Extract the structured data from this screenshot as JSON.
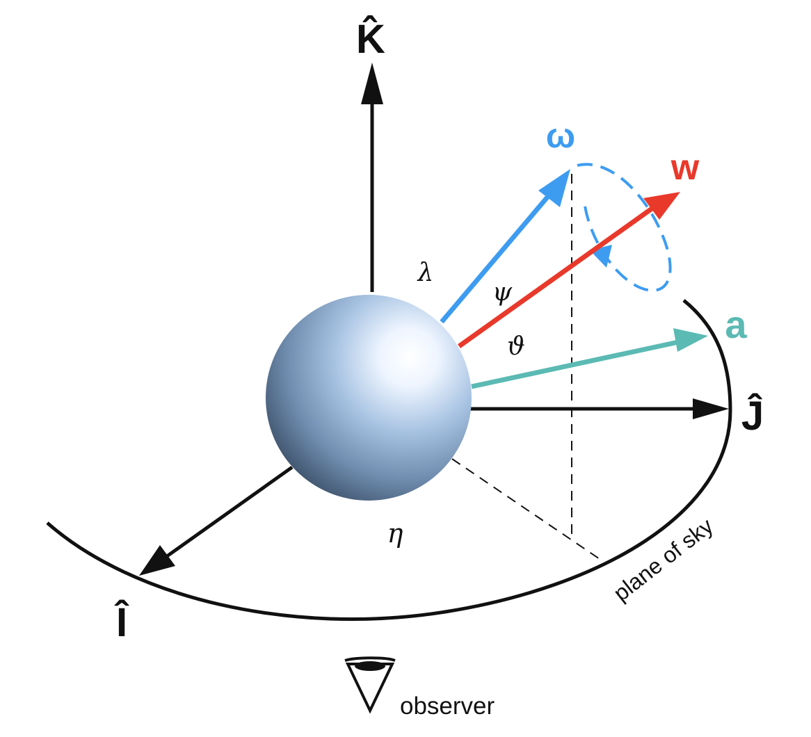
{
  "axes": {
    "k_label": "K̂",
    "j_label": "Ĵ",
    "i_label": "Î"
  },
  "vectors": {
    "omega": {
      "label": "ω",
      "color": "#3d9cf0"
    },
    "w": {
      "label": "w",
      "color": "#e8392b"
    },
    "a": {
      "label": "a",
      "color": "#5bbab3"
    }
  },
  "angles": {
    "lambda": "λ",
    "psi": "ψ",
    "theta": "ϑ",
    "eta": "η"
  },
  "annotations": {
    "plane_of_sky": "plane of sky",
    "observer": "observer"
  },
  "icons": {
    "observer": "eye-icon",
    "sphere": "sphere-icon"
  }
}
